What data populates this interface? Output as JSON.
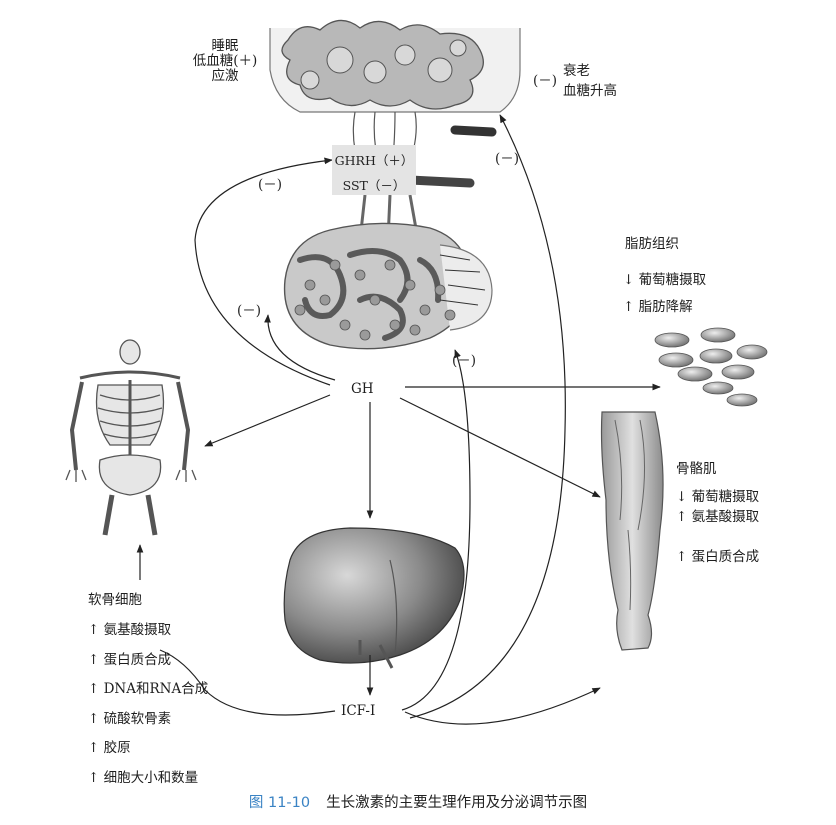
{
  "brain": {
    "stimuli": [
      "睡眠",
      "低血糖(＋)",
      "应激"
    ],
    "inhibit_sign": "(－)",
    "inhibitors": [
      "衰老",
      "血糖升高"
    ],
    "ghrh": "GHRH（＋）",
    "sst": "SST（－）",
    "feedback_left": "(－)",
    "feedback_lower_left": "(－)",
    "feedback_right": "(－)",
    "feedback_mid": "(－)"
  },
  "hormones": {
    "gh": "GH",
    "igf": "ICF-I"
  },
  "adipose": {
    "title": "脂肪组织",
    "effects": [
      "↓ 葡萄糖摄取",
      "↑ 脂肪降解"
    ]
  },
  "muscle": {
    "title": "骨骼肌",
    "effects": [
      "↓ 葡萄糖摄取",
      "↑ 氨基酸摄取",
      "↑ 蛋白质合成"
    ]
  },
  "cartilage": {
    "title": "软骨细胞",
    "effects": [
      "↑ 氨基酸摄取",
      "↑ 蛋白质合成",
      "↑ DNA和RNA合成",
      "↑ 硫酸软骨素",
      "↑ 胶原",
      "↑ 细胞大小和数量"
    ]
  },
  "caption": {
    "number": "图 11-10",
    "text": "生长激素的主要生理作用及分泌调节示图"
  },
  "colors": {
    "caption_number": "#3a83c4",
    "box": "#e4e4e4",
    "line": "#222222"
  }
}
